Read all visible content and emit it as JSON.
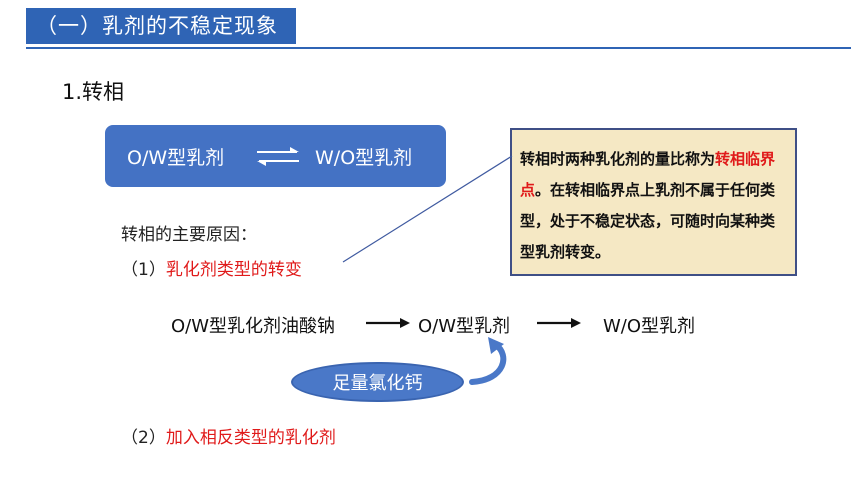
{
  "header": {
    "title": "（一）乳剂的不稳定现象"
  },
  "subtitle": "1.转相",
  "phase_box": {
    "left_label": "O/W型乳剂",
    "right_label": "W/O型乳剂"
  },
  "note": {
    "prefix": "转相时两种乳化剂的量比称为",
    "highlight": "转相临界点",
    "suffix": "。在转相临界点上乳剂不属于任何类型，处于不稳定状态，可随时向某种类型乳剂转变。"
  },
  "reasons": {
    "label": "转相的主要原因：",
    "r1_prefix": "（1）",
    "r1_text": "乳化剂类型的转变",
    "r2_prefix": "（2）",
    "r2_text": "加入相反类型的乳化剂"
  },
  "flow": {
    "step1": "O/W型乳化剂油酸钠",
    "step2": "O/W型乳剂",
    "step3": "W/O型乳剂",
    "reagent": "足量氯化钙"
  },
  "colors": {
    "accent": "#2f64b5",
    "box": "#4472c4",
    "highlight": "#e01a1a",
    "note_bg": "#f5e8c4"
  }
}
